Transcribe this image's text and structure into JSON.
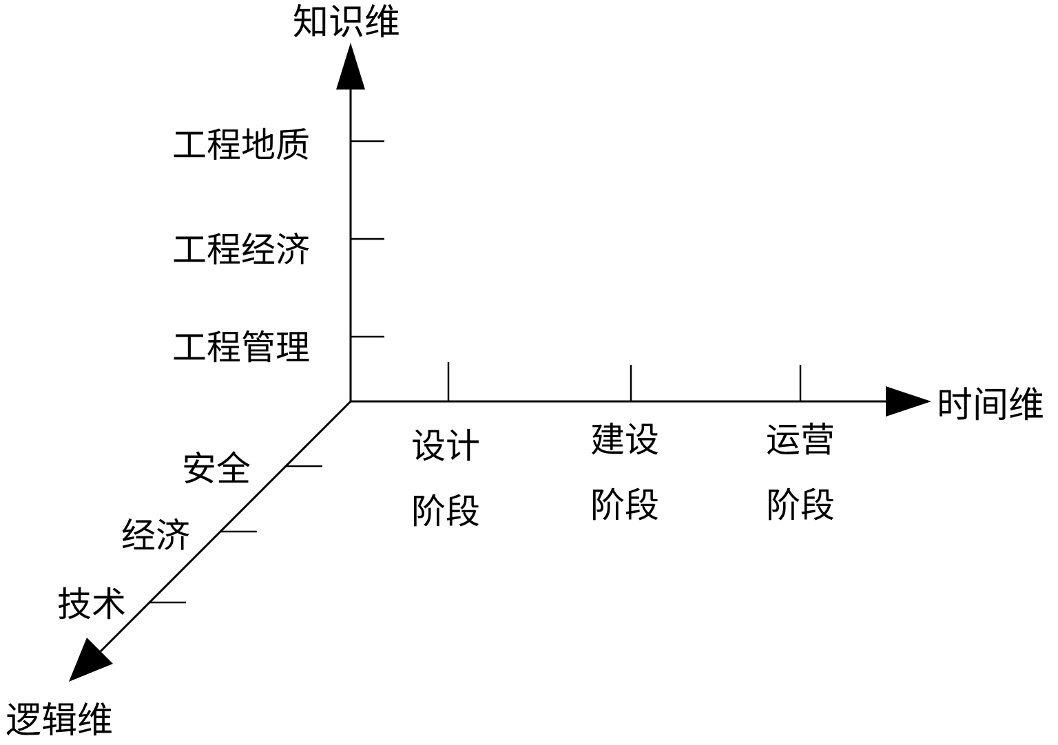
{
  "diagram": {
    "type": "three-dimensional-axes",
    "colors": {
      "line": "#000000",
      "text": "#000000",
      "background": "#ffffff"
    },
    "axes": {
      "knowledge": {
        "title": "知识维",
        "ticks": [
          "工程地质",
          "工程经济",
          "工程管理"
        ]
      },
      "time": {
        "title": "时间维",
        "ticks": [
          {
            "line1": "设计",
            "line2": "阶段"
          },
          {
            "line1": "建设",
            "line2": "阶段"
          },
          {
            "line1": "运营",
            "line2": "阶段"
          }
        ]
      },
      "logic": {
        "title": "逻辑维",
        "ticks": [
          "安全",
          "经济",
          "技术"
        ]
      }
    }
  }
}
